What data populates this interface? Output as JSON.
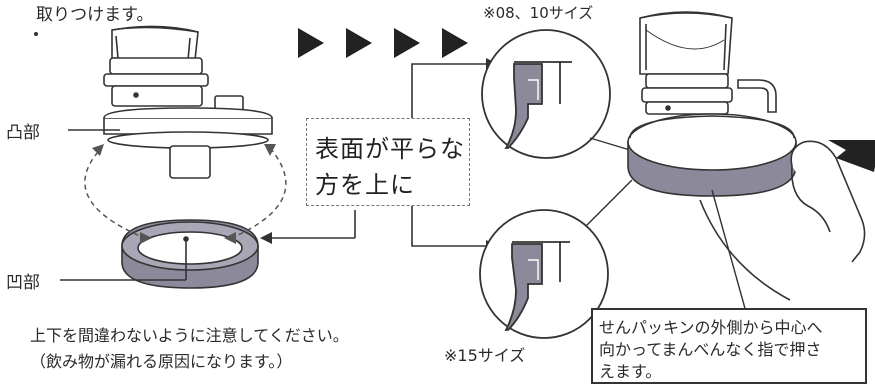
{
  "intro_fragment": "取りつけます。",
  "size_note_top": "※08、10サイズ",
  "size_note_bottom": "※15サイズ",
  "label_convex": "凸部",
  "label_concave": "凹部",
  "flat_side_line1": "表面が平らな",
  "flat_side_line2": "方を上に",
  "warning_line1": "上下を間違わないように注意してください。",
  "warning_line2": "（飲み物が漏れる原因になります。）",
  "press_line1": "せんパッキンの外側から中心へ",
  "press_line2": "向かってまんべんなく指で押さ",
  "press_line3": "えます。",
  "colors": {
    "packing": "#8c8a9a",
    "line": "#333333"
  }
}
